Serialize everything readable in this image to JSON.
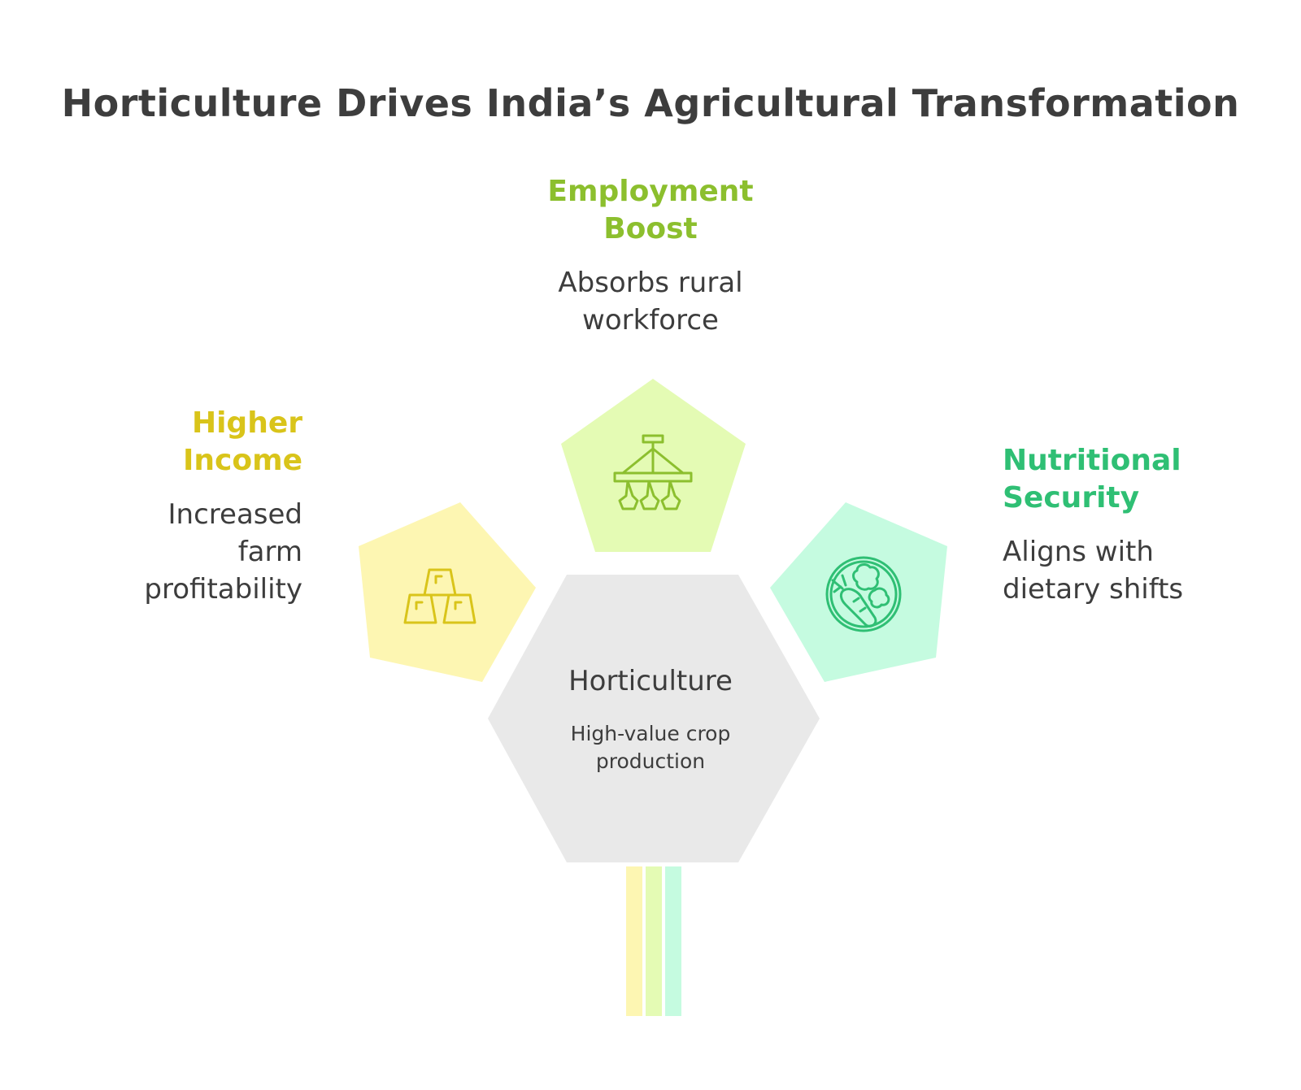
{
  "title": "Horticulture Drives India’s Agricultural Transformation",
  "colors": {
    "text": "#3d3d3d",
    "center_fill": "#e9e9e9",
    "income_accent": "#d9c41a",
    "income_fill": "#fdf6b2",
    "employment_accent": "#8cbf2e",
    "employment_fill": "#e4fbb4",
    "nutrition_accent": "#2fbf74",
    "nutrition_fill": "#c5fbe0"
  },
  "center": {
    "title": "Horticulture",
    "description": "High-value crop production"
  },
  "branches": [
    {
      "heading": "Higher Income",
      "description": "Increased farm profitability",
      "icon": "gold-bars-icon"
    },
    {
      "heading": "Employment Boost",
      "description": "Absorbs rural workforce",
      "icon": "plow-cultivator-icon"
    },
    {
      "heading": "Nutritional Security",
      "description": "Aligns with dietary shifts",
      "icon": "vegetables-icon"
    }
  ]
}
